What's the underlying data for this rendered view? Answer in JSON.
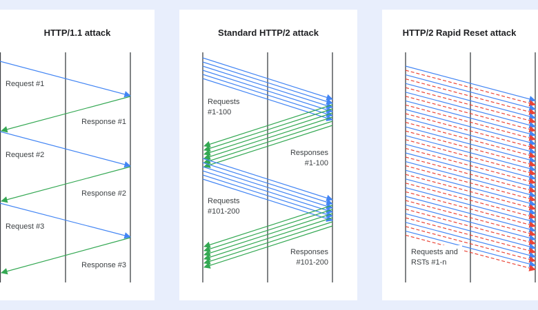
{
  "panels": [
    {
      "title": "HTTP/1.1 attack",
      "labels": [
        "Request #1",
        "Response #1",
        "Request #2",
        "Response #2",
        "Request #3",
        "Response #3"
      ]
    },
    {
      "title": "Standard HTTP/2 attack",
      "labels": [
        [
          "Requests",
          "#1-100"
        ],
        [
          "Responses",
          "#1-100"
        ],
        [
          "Requests",
          "#101-200"
        ],
        [
          "Responses",
          "#101-200"
        ]
      ]
    },
    {
      "title": "HTTP/2 Rapid Reset attack",
      "labels": [
        [
          "Requests and",
          "RSTs #1-n"
        ]
      ]
    }
  ],
  "colors": {
    "request": "#4285f4",
    "response": "#34a853",
    "reset": "#ea4335",
    "lifeline": "#3c4043"
  },
  "counts": {
    "h2_batch_arrows": 6,
    "rapid_reset_pairs": 20
  }
}
